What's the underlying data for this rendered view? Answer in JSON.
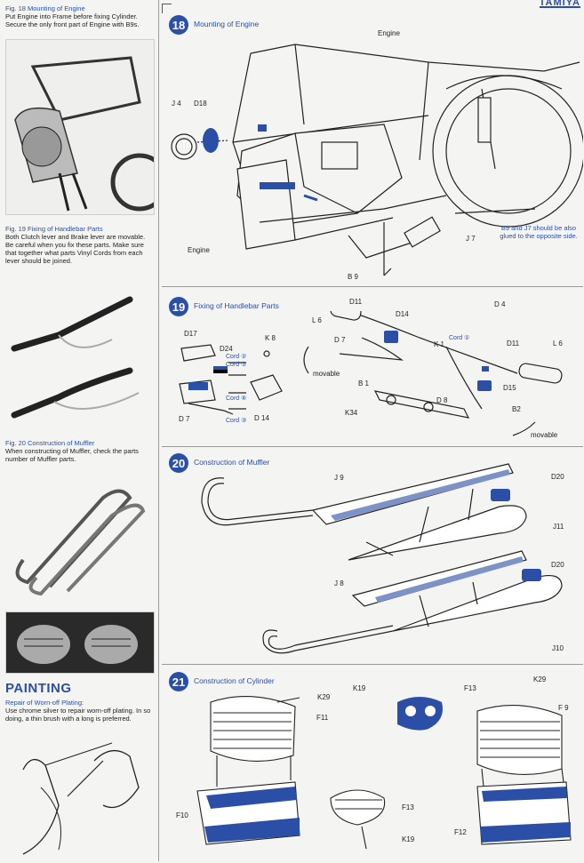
{
  "brand": "TAMIYA",
  "left": {
    "fig18_title": "Fig. 18 Mounting of Engine",
    "fig18_body": "Put Engine into Frame before fixing Cylinder. Secure the only front part of Engine with B9s.",
    "fig19_title": "Fig. 19 Fixing of Handlebar Parts",
    "fig19_body": "Both Clutch lever and Brake lever are movable. Be careful when you fix these parts. Make sure that together what parts Vinyl Cords from each lever should be joined.",
    "fig20_title": "Fig. 20 Construction of Muffler",
    "fig20_body": "When constructing of Muffler, check the parts number of Muffler parts.",
    "painting_heading": "PAINTING",
    "painting_sub": "Repair of Worn-off Plating:",
    "painting_body": "Use chrome silver to repair worn-off plating. In so doing, a thin brush with a long is preferred."
  },
  "steps": [
    {
      "num": "18",
      "title": "Mounting of Engine"
    },
    {
      "num": "19",
      "title": "Fixing of Handlebar Parts"
    },
    {
      "num": "20",
      "title": "Construction of Muffler"
    },
    {
      "num": "21",
      "title": "Construction of Cylinder"
    }
  ],
  "step18": {
    "labels": {
      "engine_top": "Engine",
      "j4": "J 4",
      "d18": "D18",
      "engine_bottom": "Engine",
      "j7": "J 7",
      "b9": "B 9"
    },
    "note": "B9 and J7 should be also glued to the opposite side."
  },
  "step19": {
    "labels": {
      "d17": "D17",
      "d24": "D24",
      "k8": "K 8",
      "d7a": "D 7",
      "d14a": "D 14",
      "cord2a": "Cord ②",
      "cord1a": "Cord ①",
      "cord3": "Cord ③",
      "cord4": "Cord ④",
      "movable1": "movable",
      "movable2": "movable",
      "d11a": "D11",
      "d4": "D 4",
      "l6a": "L 6",
      "d14b": "D14",
      "d7b": "D 7",
      "k1": "K 1",
      "cord1b": "Cord ①",
      "d11b": "D11",
      "l6b": "L 6",
      "b1": "B 1",
      "d15": "D15",
      "k34": "K34",
      "d8": "D 8",
      "b2": "B2"
    }
  },
  "step20": {
    "labels": {
      "j9": "J 9",
      "d20a": "D20",
      "j11": "J11",
      "j8": "J 8",
      "d20b": "D20",
      "j10": "J10"
    }
  },
  "step21": {
    "labels": {
      "k29a": "K29",
      "f11": "F11",
      "k19a": "K19",
      "f13a": "F13",
      "k29b": "K29",
      "f9": "F 9",
      "f10": "F10",
      "f13b": "F13",
      "k19b": "K19",
      "f12": "F12"
    }
  },
  "colors": {
    "accent": "#2b4fa6",
    "line": "#222222"
  }
}
